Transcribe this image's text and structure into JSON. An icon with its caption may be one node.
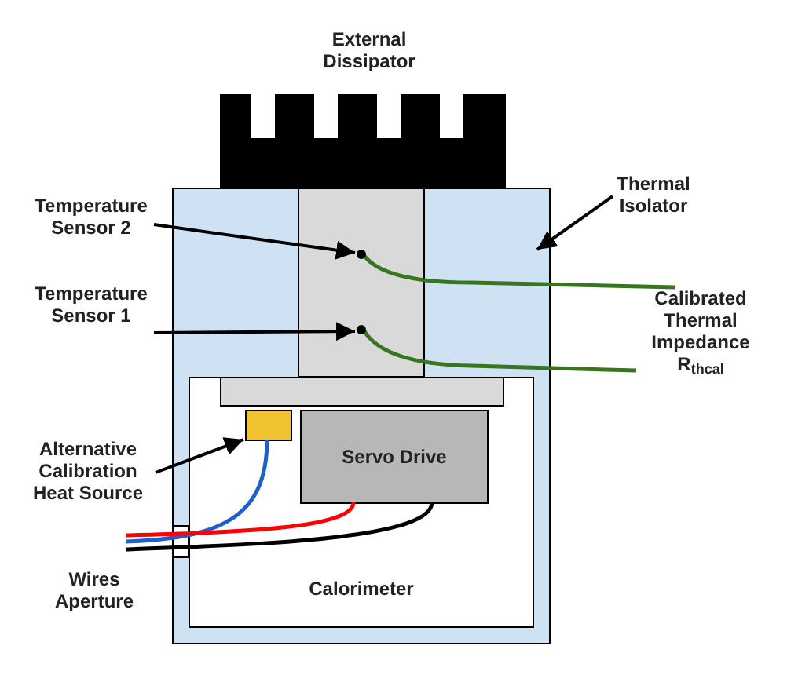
{
  "diagram": {
    "nodes": [
      {
        "text": [
          "Temperature Sensor 2"
        ]
      },
      {
        "text": [
          "Temperature Sensor 1"
        ]
      },
      {
        "text": [
          "Thermal Isolator"
        ]
      },
      {
        "text": [
          "Alternative Calibration Heat Source"
        ]
      },
      {
        "text": [
          "Calibrated Thermal Impedance R$_{thcal}$"
        ]
      },
      {
        "text": [
          "Servo Drive"
        ],
        "in": 6
      },
      {
        "text": [
          "Calorimeter"
        ]
      },
      {
        "text": [],
        "shape": "circle"
      },
      {
        "text": [],
        "shape": "circle"
      },
      {
        "text": [],
        "shape": "box",
        "in": 6
      },
      {
        "text": [],
        "shape": "bar",
        "in": 6
      }
    ],
    "edges": [
      {
        "from": 0,
        "to": 7,
        "arrow": "to"
      },
      {
        "from": 1,
        "to": 8,
        "arrow": "to"
      },
      {
        "from": 2,
        "to": null,
        "arrow": "to"
      },
      {
        "from": 3,
        "to": 9,
        "arrow": "to"
      },
      {
        "from": 7,
        "to": 4,
        "arrow": "none",
        "color": "#38761d"
      },
      {
        "from": 8,
        "to": 4,
        "arrow": "none",
        "color": "#38761d"
      },
      {
        "from": 9,
        "to": null,
        "arrow": "none",
        "color": "#1c5fd1"
      },
      {
        "from": 5,
        "to": null,
        "arrow": "none",
        "color": "#ff0000"
      },
      {
        "from": 5,
        "to": null,
        "arrow": "none"
      }
    ],
    "labels": [
      "External Dissipator",
      "Wires Aperture"
    ]
  }
}
